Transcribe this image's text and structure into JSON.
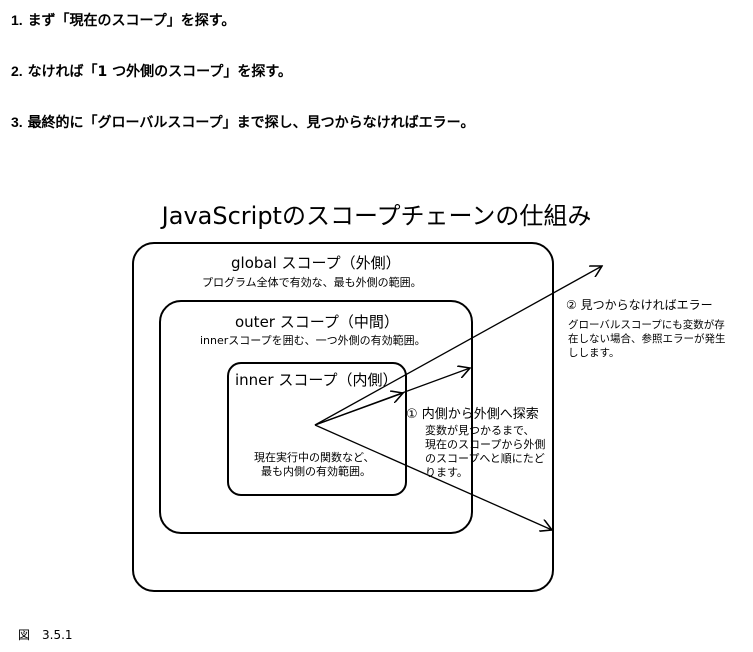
{
  "steps": [
    {
      "num": "1.",
      "text": "まず「現在のスコープ」を探す。"
    },
    {
      "num": "2.",
      "text": "なければ「1 つ外側のスコープ」を探す。"
    },
    {
      "num": "3.",
      "text": "最終的に「グローバルスコープ」まで探し、見つからなければエラー。"
    }
  ],
  "diagram": {
    "title": "JavaScriptのスコープチェーンの仕組み",
    "global": {
      "title": "global スコープ（外側）",
      "desc": "プログラム全体で有効な、最も外側の範囲。"
    },
    "outer": {
      "title": "outer スコープ（中間）",
      "desc": "innerスコープを囲む、一つ外側の有効範囲。"
    },
    "inner": {
      "title": "inner スコープ（内側）",
      "desc1": "現在実行中の関数など、",
      "desc2": "最も内側の有効範囲。"
    },
    "note1": {
      "title": "① 内側から外側へ探索",
      "lines": [
        "変数が見つかるまで、",
        "現在のスコープから外側",
        "のスコープへと順にたど",
        "ります。"
      ]
    },
    "note2": {
      "title": "② 見つからなければエラー",
      "lines": [
        "グローバルスコープにも変数が存",
        "在しない場合、参照エラーが発生",
        "しします。"
      ]
    }
  },
  "caption": "図　3.5.1"
}
